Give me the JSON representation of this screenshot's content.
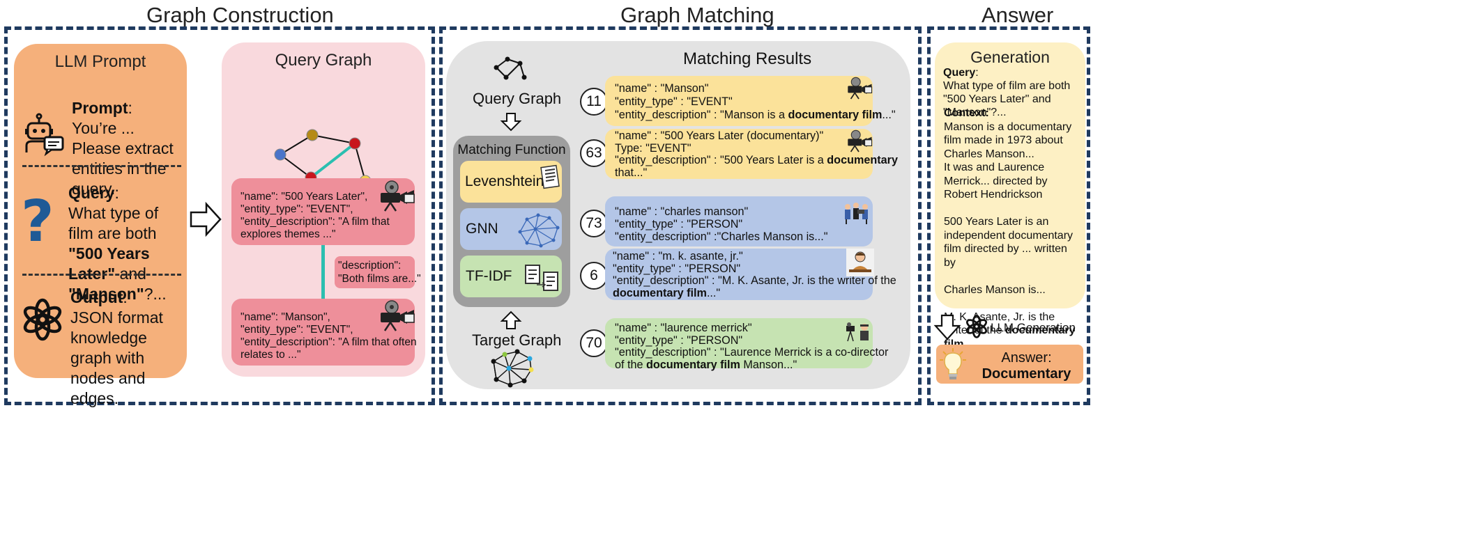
{
  "sections": {
    "construction": "Graph Construction",
    "matching": "Graph Matching",
    "answer": "Answer"
  },
  "llm_prompt": {
    "title": "LLM Prompt",
    "prompt_label": "Prompt",
    "prompt_text": "You’re ... Please extract entities in the query.",
    "query_label": "Query",
    "query_pre": "What type of film are both ",
    "query_b1": "\"500 Years Later\"",
    "query_mid": " and ",
    "query_b2": "\"Manson\"",
    "query_post": "?...",
    "output_label": "Output",
    "output_text": "JSON format knowledge graph with nodes and edges."
  },
  "query_graph": {
    "title": "Query Graph",
    "node1": [
      "\"name\": \"500 Years Later\",",
      "\"entity_type\": \"EVENT\",",
      "\"entity_description\": \"A film that",
      "explores themes ...\""
    ],
    "edge": [
      "\"description\":",
      "\"Both films are...\""
    ],
    "node2": [
      "\"name\": \"Manson\",",
      "\"entity_type\": \"EVENT\",",
      "\"entity_description\": \"A film that often",
      "relates to ...\""
    ]
  },
  "matching": {
    "results_title": "Matching Results",
    "query_graph_label": "Query Graph",
    "target_graph_label": "Target Graph",
    "function_title": "Matching Function",
    "functions": [
      "Levenshtein",
      "GNN",
      "TF-IDF"
    ],
    "results": [
      {
        "rank": "11",
        "lines": [
          "\"name\" : \"Manson\"",
          "\"entity_type\" : \"EVENT\""
        ],
        "desc_pre": "\"entity_description\" : \"Manson is a ",
        "desc_bold": "documentary film",
        "desc_post": "...\""
      },
      {
        "rank": "63",
        "lines": [
          "\"name\" : \"500 Years Later (documentary)\"",
          "Type: \"EVENT\""
        ],
        "desc_pre": "\"entity_description\" : \"500 Years Later is a ",
        "desc_bold": "documentary",
        "desc_post": "",
        "desc_line2": "that...\""
      },
      {
        "rank": "73",
        "lines": [
          "\"name\" : \"charles manson\"",
          "\"entity_type\" : \"PERSON\"",
          "\"entity_description\" :\"Charles Manson is...\""
        ]
      },
      {
        "rank": "6",
        "lines": [
          "\"name\" : \"m. k. asante, jr.\"",
          "\"entity_type\" : \"PERSON\""
        ],
        "desc_pre": "\"entity_description\" : \"M. K. Asante, Jr. is the writer of the",
        "l2_bold": "documentary film",
        "l2_post": "...\""
      },
      {
        "rank": "70",
        "lines": [
          "\"name\" : \"laurence merrick\"",
          "\"entity_type\" : \"PERSON\""
        ],
        "desc_pre": "\"entity_description\" : \"Laurence Merrick is a co-director",
        "l2_pre": "of the ",
        "l2_bold": "documentary film",
        "l2_post": " Manson...\""
      }
    ]
  },
  "generation": {
    "title": "Generation",
    "query_label": "Query",
    "query_text": "What type of film are both \"500 Years Later\" and \"Manson\"?...",
    "context_label": "Context:",
    "context_1": "Manson is a documentary film made in 1973 about Charles Manson...",
    "context_2": "It was and Laurence Merrick... directed by Robert Hendrickson",
    "context_3": "500 Years Later  is an independent documentary film directed by ... written by",
    "context_4": "Charles Manson is...",
    "context_5_pre": "M. K. Asante, Jr. is the writer of the ",
    "context_5_bold": "documentary film",
    "llm_generation": "LLM Generation",
    "answer_label": "Answer:",
    "answer_value": "Documentary"
  },
  "colors": {
    "frame": "#1f3a5f",
    "llm_panel": "#f5b07b",
    "query_panel": "#f9d9dd",
    "node_card": "#ee8f9a",
    "matching_bg": "#e3e3e3",
    "yellow_card": "#fbe29a",
    "blue_card": "#b4c6e7",
    "green_card": "#c6e3b2",
    "gen_panel": "#fdf0c4",
    "answer_box": "#f5b07b"
  }
}
